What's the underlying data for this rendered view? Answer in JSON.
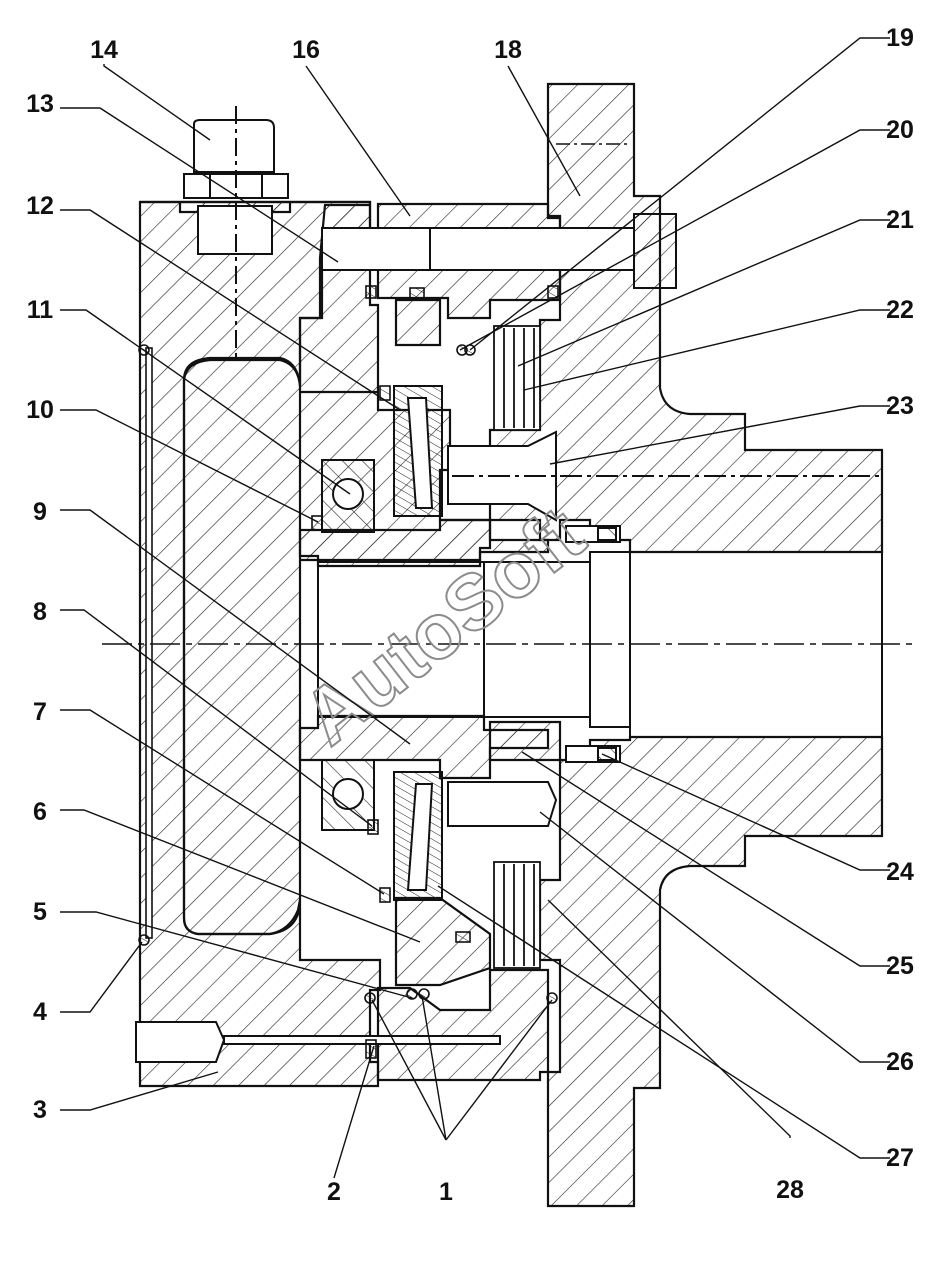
{
  "drawing": {
    "watermark": "AutoSoft",
    "callouts": [
      {
        "id": "c14",
        "label": "14"
      },
      {
        "id": "c13",
        "label": "13"
      },
      {
        "id": "c12",
        "label": "12"
      },
      {
        "id": "c11",
        "label": "11"
      },
      {
        "id": "c10",
        "label": "10"
      },
      {
        "id": "c9",
        "label": "9"
      },
      {
        "id": "c8",
        "label": "8"
      },
      {
        "id": "c7",
        "label": "7"
      },
      {
        "id": "c6",
        "label": "6"
      },
      {
        "id": "c5",
        "label": "5"
      },
      {
        "id": "c4",
        "label": "4"
      },
      {
        "id": "c3",
        "label": "3"
      },
      {
        "id": "c16",
        "label": "16"
      },
      {
        "id": "c18",
        "label": "18"
      },
      {
        "id": "c19",
        "label": "19"
      },
      {
        "id": "c20",
        "label": "20"
      },
      {
        "id": "c21",
        "label": "21"
      },
      {
        "id": "c22",
        "label": "22"
      },
      {
        "id": "c23",
        "label": "23"
      },
      {
        "id": "c24",
        "label": "24"
      },
      {
        "id": "c25",
        "label": "25"
      },
      {
        "id": "c26",
        "label": "26"
      },
      {
        "id": "c27",
        "label": "27"
      },
      {
        "id": "c28",
        "label": "28"
      },
      {
        "id": "c2",
        "label": "2"
      },
      {
        "id": "c1",
        "label": "1"
      }
    ]
  }
}
